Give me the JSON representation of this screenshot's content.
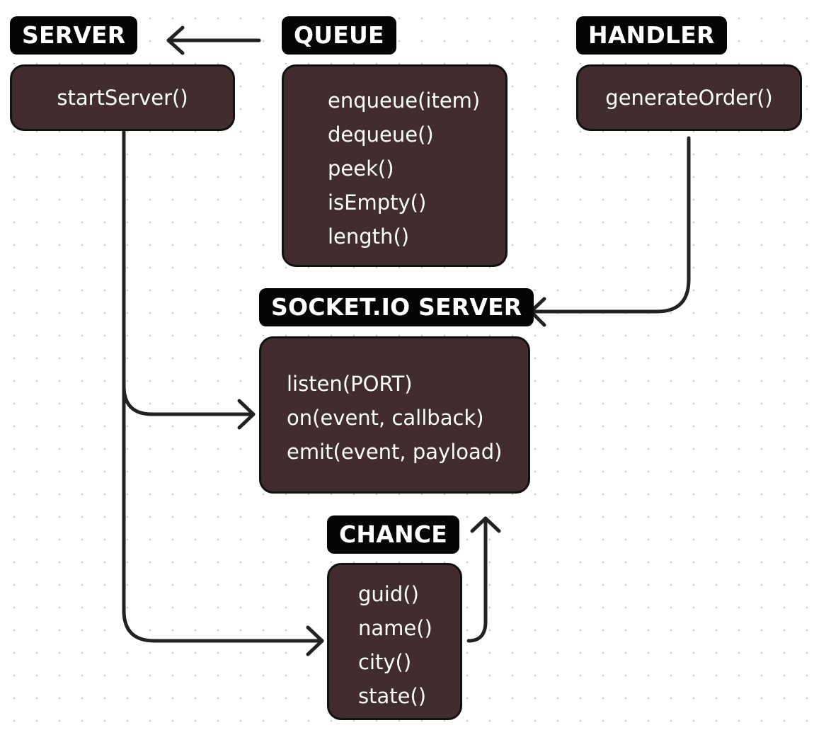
{
  "diagram": {
    "server": {
      "title": "SERVER",
      "methods": [
        "startServer()"
      ]
    },
    "queue": {
      "title": "QUEUE",
      "methods": [
        "enqueue(item)",
        "dequeue()",
        "peek()",
        "isEmpty()",
        "length()"
      ]
    },
    "handler": {
      "title": "HANDLER",
      "methods": [
        "generateOrder()"
      ]
    },
    "socket": {
      "title": "SOCKET.IO SERVER",
      "methods": [
        "listen(PORT)",
        "on(event, callback)",
        "emit(event, payload)"
      ]
    },
    "chance": {
      "title": "CHANCE",
      "methods": [
        "guid()",
        "name()",
        "city()",
        "state()"
      ]
    }
  },
  "colors": {
    "box_fill": "#412d2d",
    "label_fill": "#050505",
    "connector": "#222222"
  }
}
